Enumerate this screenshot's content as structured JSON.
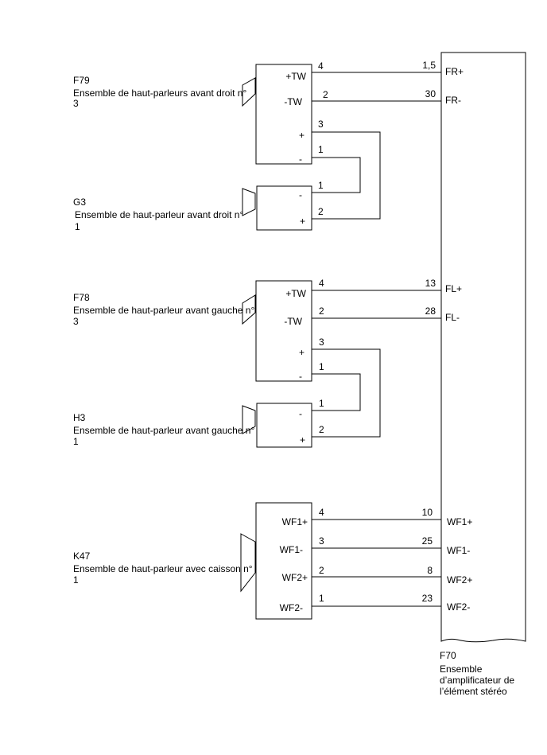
{
  "components": {
    "f79": {
      "code": "F79",
      "name_line1": "Ensemble de haut-parleurs avant droit n°",
      "name_line2": "3",
      "terminals": [
        "+TW",
        "-TW",
        "+",
        "-"
      ],
      "pins": [
        "4",
        "2",
        "3",
        "1"
      ]
    },
    "g3": {
      "code": "G3",
      "name_line1": "Ensemble de haut-parleur avant droit n°",
      "name_line2": "1",
      "terminals": [
        "-",
        "+"
      ],
      "pins": [
        "1",
        "2"
      ]
    },
    "f78": {
      "code": "F78",
      "name_line1": "Ensemble de haut-parleur avant gauche n°",
      "name_line2": "3",
      "terminals": [
        "+TW",
        "-TW",
        "+",
        "-"
      ],
      "pins": [
        "4",
        "2",
        "3",
        "1"
      ]
    },
    "h3": {
      "code": "H3",
      "name_line1": "Ensemble de haut-parleur avant gauche n°",
      "name_line2": "1",
      "terminals": [
        "-",
        "+"
      ],
      "pins": [
        "1",
        "2"
      ]
    },
    "k47": {
      "code": "K47",
      "name_line1": "Ensemble de haut-parleur avec caisson n°",
      "name_line2": "1",
      "terminals": [
        "WF1+",
        "WF1-",
        "WF2+",
        "WF2-"
      ],
      "pins": [
        "4",
        "3",
        "2",
        "1"
      ]
    }
  },
  "amplifier": {
    "code": "F70",
    "name_line1": "Ensemble",
    "name_line2": "d’amplificateur de",
    "name_line3": "l’élément stéréo",
    "terminals": [
      "FR+",
      "FR-",
      "FL+",
      "FL-",
      "WF1+",
      "WF1-",
      "WF2+",
      "WF2-"
    ],
    "pins": [
      "1,5",
      "30",
      "13",
      "28",
      "10",
      "25",
      "8",
      "23"
    ]
  }
}
